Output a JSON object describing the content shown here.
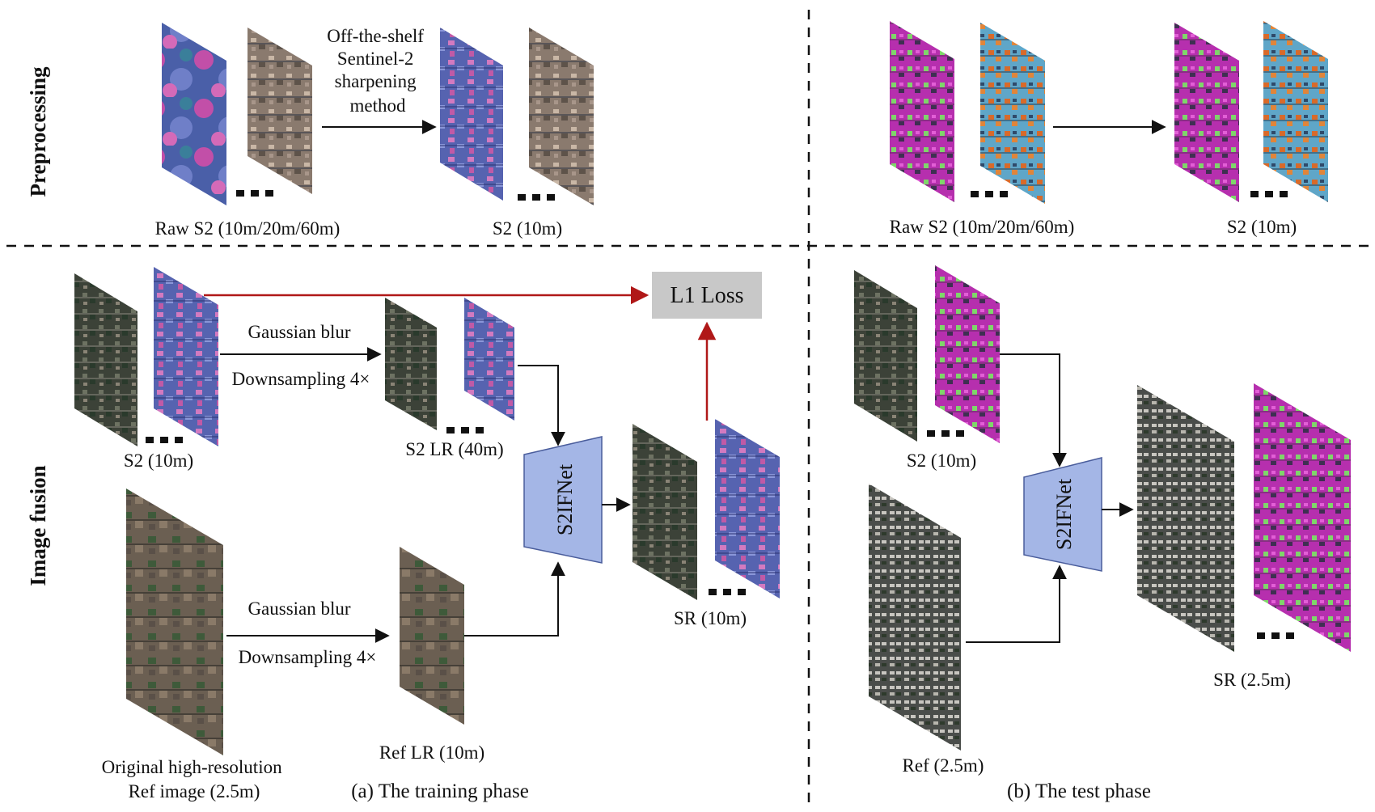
{
  "rows": {
    "preprocessing": "Preprocessing",
    "image_fusion": "Image fusion"
  },
  "preprocessing": {
    "method_label": [
      "Off-the-shelf",
      "Sentinel-2",
      "sharpening",
      "method"
    ],
    "train_raw_label": "Raw S2 (10m/20m/60m)",
    "train_out_label": "S2 (10m)",
    "test_raw_label": "Raw S2 (10m/20m/60m)",
    "test_out_label": "S2 (10m)"
  },
  "training": {
    "s2_label": "S2 (10m)",
    "blur_label_1": "Gaussian blur",
    "down_label_1": "Downsampling 4×",
    "s2lr_label": "S2 LR (40m)",
    "loss_label": "L1 Loss",
    "net_label": "S2IFNet",
    "sr_label": "SR (10m)",
    "ref_label": [
      "Original high-resolution",
      "Ref image (2.5m)"
    ],
    "blur_label_2": "Gaussian blur",
    "down_label_2": "Downsampling 4×",
    "reflr_label": "Ref LR (10m)",
    "caption": "(a) The training phase"
  },
  "test": {
    "s2_label": "S2 (10m)",
    "net_label": "S2IFNet",
    "ref_label": "Ref (2.5m)",
    "sr_label": "SR (2.5m)",
    "caption": "(b) The test phase"
  },
  "colors": {
    "loss_box": "#c8c8c8",
    "net_fill": "#a4b6e6",
    "net_stroke": "#4a5d9c",
    "red_arrow": "#b01818"
  }
}
